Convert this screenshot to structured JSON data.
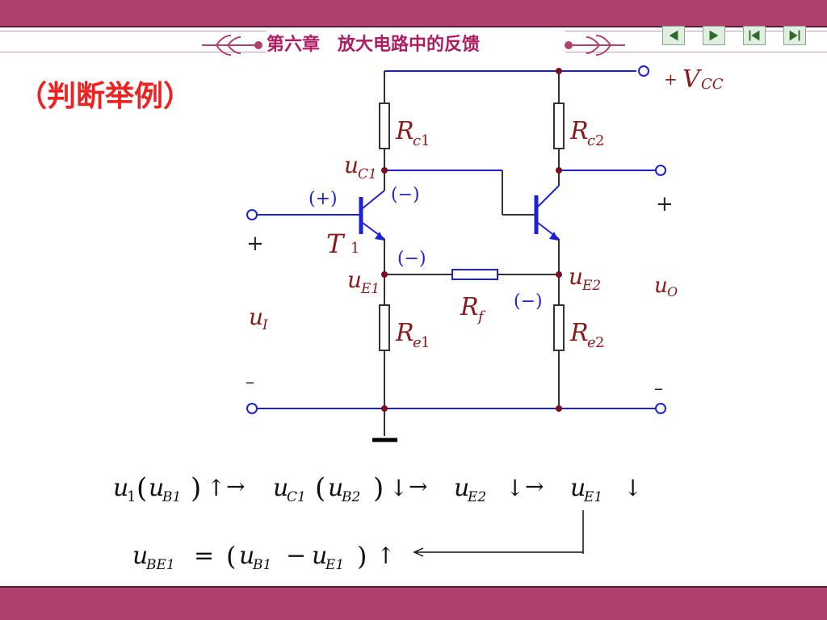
{
  "header": {
    "title": "第六章　放大电路中的反馈",
    "colors": {
      "band": "#b0416f",
      "title": "#b01c64"
    }
  },
  "section_label": "（判断举例）",
  "nav": [
    {
      "name": "prev-icon",
      "label": "previous slide"
    },
    {
      "name": "next-icon",
      "label": "next slide"
    },
    {
      "name": "first-icon",
      "label": "first slide"
    },
    {
      "name": "last-icon",
      "label": "last slide"
    }
  ],
  "circuit": {
    "supply": {
      "sign": "+",
      "symbol": "V",
      "sub": "CC"
    },
    "resistors": {
      "rc1": {
        "symbol": "R",
        "sub": "c",
        "num": "1"
      },
      "rc2": {
        "symbol": "R",
        "sub": "c",
        "num": "2"
      },
      "re1": {
        "symbol": "R",
        "sub": "e",
        "num": "1"
      },
      "re2": {
        "symbol": "R",
        "sub": "e",
        "num": "2"
      },
      "rf": {
        "symbol": "R",
        "sub": "f"
      }
    },
    "transistor1": {
      "symbol": "T",
      "num": "1"
    },
    "nodes": {
      "uc1": {
        "symbol": "u",
        "sub": "C1"
      },
      "ue1": {
        "symbol": "u",
        "sub": "E1"
      },
      "ue2": {
        "symbol": "u",
        "sub": "E2"
      }
    },
    "polarity": {
      "base1": "(+)",
      "collector1": "(−)",
      "emitter1": "(−)",
      "emitter2": "(−)"
    },
    "input": {
      "plus": "+",
      "minus": "–",
      "symbol": "u",
      "sub": "I"
    },
    "output": {
      "plus": "+",
      "minus": "–",
      "symbol": "u",
      "sub": "O"
    }
  },
  "equations": {
    "line1": {
      "t1": "u",
      "t1_sub": "1",
      "t2": "u",
      "t2_sub": "B1",
      "t3": "u",
      "t3_sub": "C1",
      "t4": "u",
      "t4_sub": "B2",
      "t5": "u",
      "t5_sub": "E2",
      "t6": "u",
      "t6_sub": "E1",
      "up": "↑",
      "down": "↓",
      "arrow": "→"
    },
    "line2": {
      "lhs": "u",
      "lhs_sub": "BE1",
      "eq": "=",
      "a": "u",
      "a_sub": "B1",
      "minus": "−",
      "b": "u",
      "b_sub": "E1",
      "up": "↑"
    }
  }
}
